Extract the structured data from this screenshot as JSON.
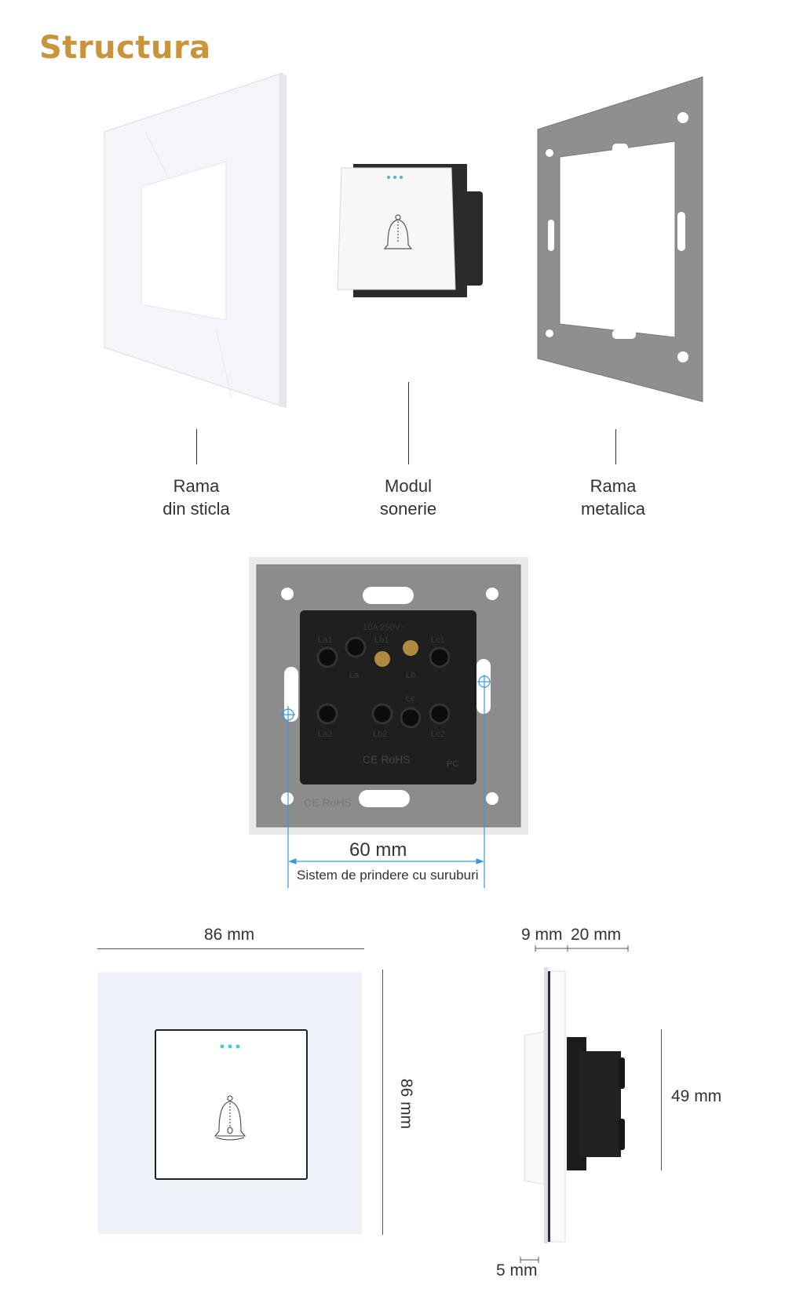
{
  "title": "Structura",
  "components": [
    {
      "line1": "Rama",
      "line2": "din sticla"
    },
    {
      "line1": "Modul",
      "line2": "sonerie"
    },
    {
      "line1": "Rama",
      "line2": "metalica"
    }
  ],
  "back_view": {
    "markings": {
      "rating": "10A 250V~",
      "la1": "La1",
      "lb1": "Lb1",
      "lc1": "Lc1",
      "la": "La",
      "lb": "Lb",
      "lc": "Lc",
      "la2": "La2",
      "lb2": "Lb2",
      "lc2": "Lc2",
      "cert_module": "CE RoHS",
      "cert_frame": "CE RoHS",
      "material": "PC"
    },
    "distance": "60 mm",
    "caption": "Sistem de prindere cu suruburi"
  },
  "dimensions": {
    "front_width": "86 mm",
    "front_height": "86 mm",
    "side_glass": "9 mm",
    "side_module": "20 mm",
    "side_module_height": "49 mm",
    "side_button": "5 mm"
  },
  "colors": {
    "title": "#c9943a",
    "accent_blue": "#3a9ad9",
    "metal_frame": "#8a8a8a",
    "module_body": "#1e1e1e",
    "glass": "#eef1f6"
  }
}
